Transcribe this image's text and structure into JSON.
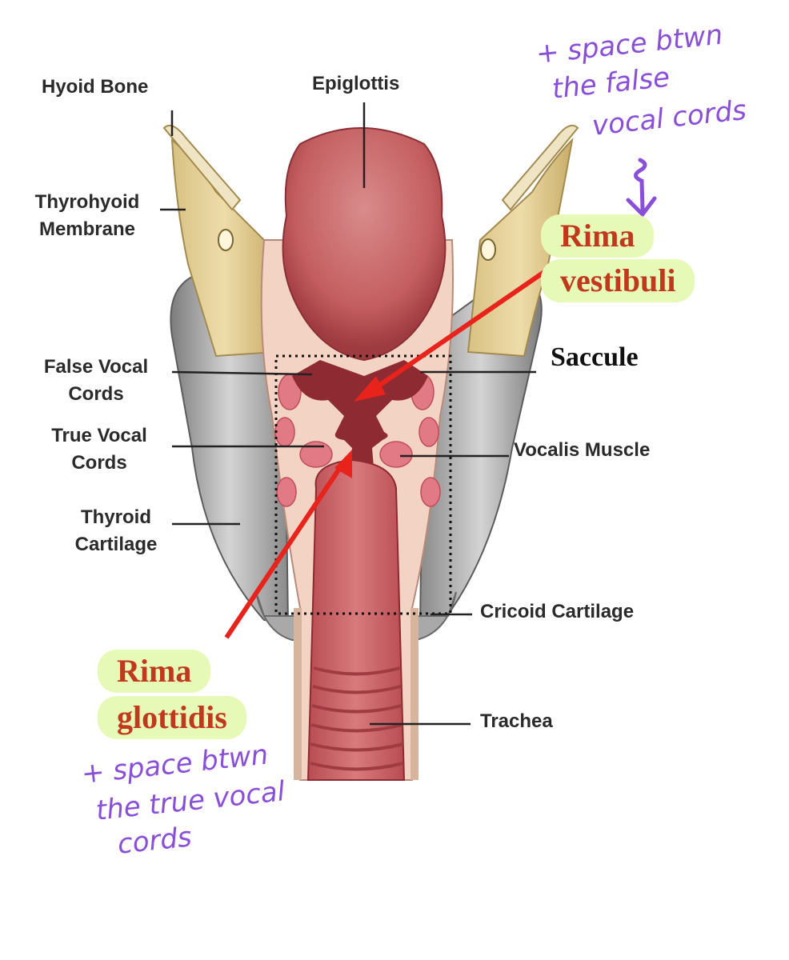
{
  "labels": {
    "hyoid_bone": "Hyoid Bone",
    "epiglottis": "Epiglottis",
    "thyrohyoid_line1": "Thyrohyoid",
    "thyrohyoid_line2": "Membrane",
    "false_vocal_line1": "False Vocal",
    "false_vocal_line2": "Cords",
    "true_vocal_line1": "True Vocal",
    "true_vocal_line2": "Cords",
    "thyroid_line1": "Thyroid",
    "thyroid_line2": "Cartilage",
    "saccule": "Saccule",
    "vocalis_muscle": "Vocalis Muscle",
    "cricoid_cartilage": "Cricoid Cartilage",
    "trachea": "Trachea"
  },
  "highlights": {
    "rima_vestibuli_line1": "Rima",
    "rima_vestibuli_line2": "vestibuli",
    "rima_glottidis_line1": "Rima",
    "rima_glottidis_line2": "glottidis"
  },
  "handwritten_notes": {
    "top_right_line1": "+ space btwn",
    "top_right_line2": "the false",
    "top_right_line3": "vocal cords",
    "bottom_left_line1": "+ space btwn",
    "bottom_left_line2": "the true vocal",
    "bottom_left_line3": "cords"
  },
  "colors": {
    "arrow": "#e8231c",
    "handwriting": "#8a4fd8",
    "highlight": "#e6f9b6",
    "rima_text": "#c0391c"
  }
}
